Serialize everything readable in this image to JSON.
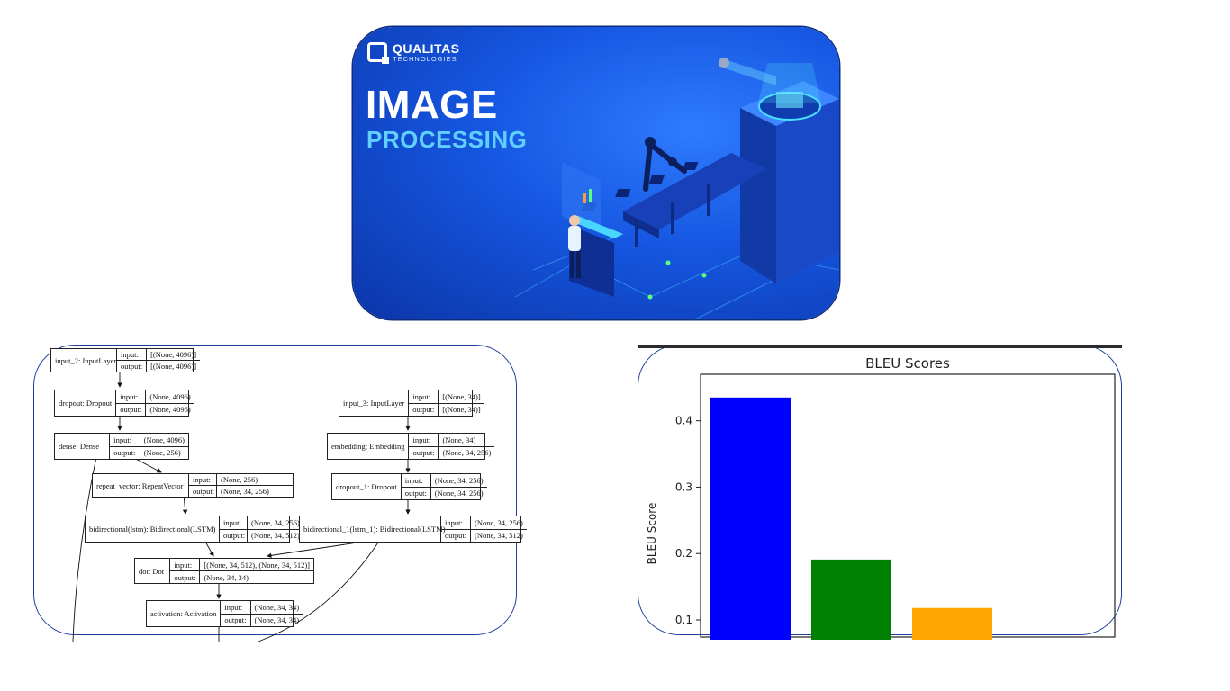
{
  "banner": {
    "logo_name": "QUALITAS",
    "logo_sub": "TECHNOLOGIES",
    "title_main": "IMAGE",
    "title_sub": "PROCESSING"
  },
  "model": {
    "labels": {
      "input": "input:",
      "output": "output:"
    },
    "nodes": [
      {
        "name": "input_2: InputLayer",
        "in": "[(None, 4096)]",
        "out": "[(None, 4096)]"
      },
      {
        "name": "dropout: Dropout",
        "in": "(None, 4096)",
        "out": "(None, 4096)"
      },
      {
        "name": "dense: Dense",
        "in": "(None, 4096)",
        "out": "(None, 256)"
      },
      {
        "name": "repeat_vector: RepeatVector",
        "in": "(None, 256)",
        "out": "(None, 34, 256)"
      },
      {
        "name": "bidirectional(lstm): Bidirectional(LSTM)",
        "in": "(None, 34, 256)",
        "out": "(None, 34, 512)"
      },
      {
        "name": "input_3: InputLayer",
        "in": "[(None, 34)]",
        "out": "[(None, 34)]"
      },
      {
        "name": "embedding: Embedding",
        "in": "(None, 34)",
        "out": "(None, 34, 256)"
      },
      {
        "name": "dropout_1: Dropout",
        "in": "(None, 34, 256)",
        "out": "(None, 34, 256)"
      },
      {
        "name": "bidirectional_1(lstm_1): Bidirectional(LSTM)",
        "in": "(None, 34, 256)",
        "out": "(None, 34, 512)"
      },
      {
        "name": "dot: Dot",
        "in": "[(None, 34, 512), (None, 34, 512)]",
        "out": "(None, 34, 34)"
      },
      {
        "name": "activation: Activation",
        "in": "(None, 34, 34)",
        "out": "(None, 34, 34)"
      }
    ]
  },
  "chart_data": {
    "type": "bar",
    "title": "BLEU Scores",
    "ylabel": "BLEU Score",
    "xlabel": "",
    "yticks": [
      0.1,
      0.2,
      0.3,
      0.4
    ],
    "ylim_visible": [
      0.077,
      0.47
    ],
    "values": [
      0.435,
      0.191,
      0.118
    ],
    "colors": [
      "#0000ff",
      "#008000",
      "#ffa500"
    ]
  }
}
